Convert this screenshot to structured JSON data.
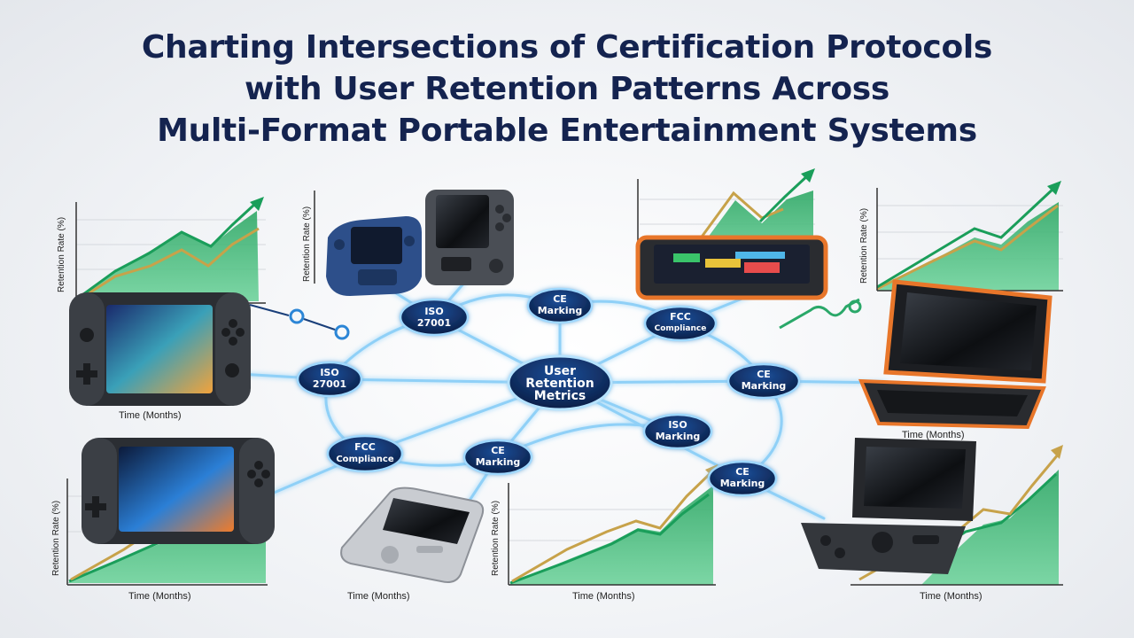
{
  "title": {
    "line1": "Charting Intersections of Certification Protocols",
    "line2": "with User Retention Patterns Across",
    "line3": "Multi-Format Portable Entertainment Systems"
  },
  "hub": {
    "line1": "User",
    "line2": "Retention",
    "line3": "Metrics"
  },
  "nodes": {
    "iso_top": {
      "line1": "ISO",
      "line2": "27001"
    },
    "ce_top": {
      "line1": "CE",
      "line2": "Marking"
    },
    "fcc_top": {
      "line1": "FCC",
      "line2": "Compliance"
    },
    "iso_left": {
      "line1": "ISO",
      "line2": "27001"
    },
    "ce_right": {
      "line1": "CE",
      "line2": "Marking"
    },
    "fcc_left": {
      "line1": "FCC",
      "line2": "Compliance"
    },
    "ce_bottom": {
      "line1": "CE",
      "line2": "Marking"
    },
    "iso_marking": {
      "line1": "ISO",
      "line2": "Marking"
    },
    "ce_lower_right": {
      "line1": "CE",
      "line2": "Marking"
    }
  },
  "charts": {
    "top_left": {
      "ylabel": "Retention Rate (%)",
      "xlabel": "Time (Months)"
    },
    "top_center_left": {
      "ylabel": "Retention Rate (%)"
    },
    "top_right": {
      "ylabel": "Retention Rate (%)",
      "xlabel": "Time (Months)"
    },
    "bottom_left": {
      "ylabel": "Retention Rate (%)",
      "xlabel": "Time (Months)"
    },
    "bottom_center_left": {
      "xlabel": "Time (Months)"
    },
    "bottom_center_right": {
      "ylabel": "Retention Rate (%)",
      "xlabel": "Time (Months)"
    },
    "bottom_right": {
      "xlabel": "Time (Months)"
    }
  },
  "colors": {
    "title": "#14234f",
    "node_fill": "#0f2a5c",
    "link_glow": "#7cc4f5",
    "area_green": "#3aa76d",
    "line_green": "#1a9e5a",
    "line_gold": "#c7a24a"
  }
}
